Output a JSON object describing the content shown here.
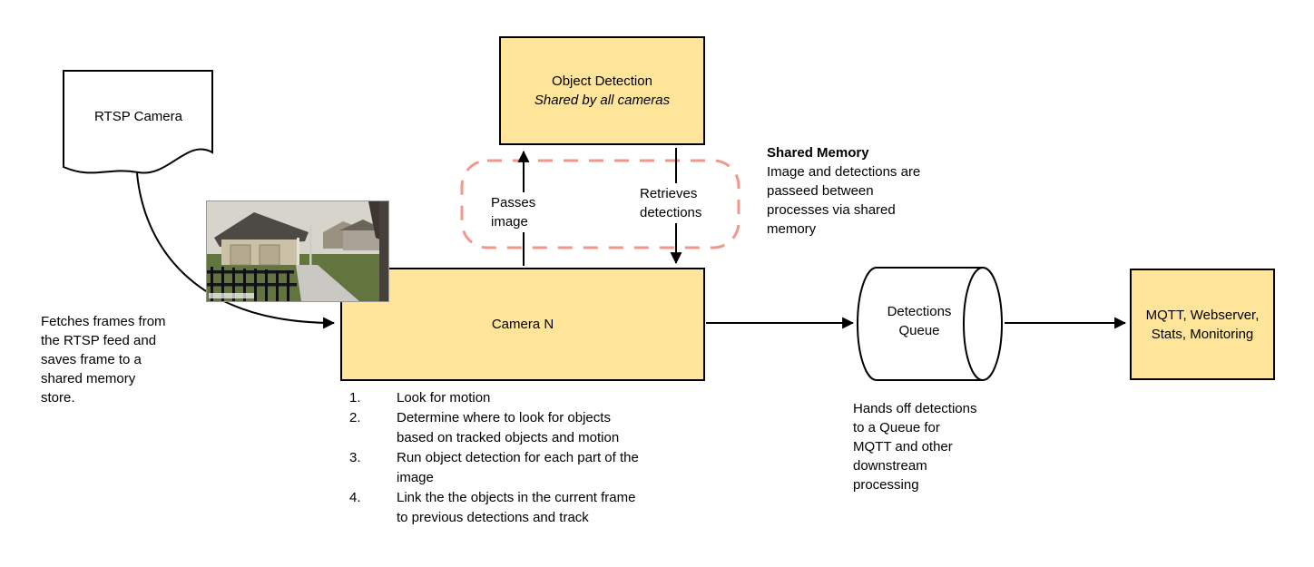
{
  "colors": {
    "node_fill": "#FFE599",
    "node_border": "#000000",
    "shared_memory_dash": "#F0988C"
  },
  "nodes": {
    "rtsp_camera": {
      "label": "RTSP Camera"
    },
    "object_detection": {
      "title": "Object Detection",
      "subtitle": "Shared by all cameras"
    },
    "camera_n": {
      "label": "Camera N"
    },
    "detections_queue": {
      "label": "Detections Queue"
    },
    "outputs": {
      "label": "MQTT, Webserver,\nStats, Monitoring"
    }
  },
  "edge_labels": {
    "passes_image": "Passes\nimage",
    "retrieves_detections": "Retrieves\ndetections"
  },
  "annotations": {
    "shared_memory": {
      "title": "Shared Memory",
      "body": "Image and detections are\npasseed between\nprocesses via shared\nmemory"
    },
    "fetch_note": "Fetches frames from\nthe RTSP feed and\nsaves frame to a\nshared memory\nstore.",
    "queue_note": "Hands off detections\nto a Queue for\nMQTT and other\ndownstream\nprocessing",
    "camera_steps": [
      {
        "num": "1.",
        "text": "Look for motion"
      },
      {
        "num": "2.",
        "text": "Determine where to look for objects\nbased on tracked objects and motion"
      },
      {
        "num": "3.",
        "text": "Run object detection for each part of the\nimage"
      },
      {
        "num": "4.",
        "text": "Link the the objects in the current frame\nto previous detections and track"
      }
    ]
  }
}
